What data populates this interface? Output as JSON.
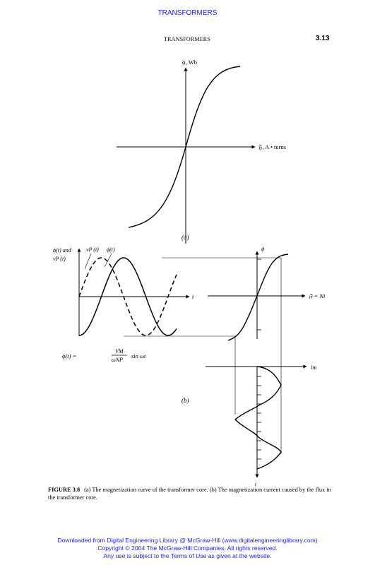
{
  "header": {
    "banner": "TRANSFORMERS",
    "running_head": "TRANSFORMERS",
    "page_number": "3.13"
  },
  "figure": {
    "panel_a": {
      "y_axis_label": "ϕ, Wb",
      "x_axis_label": "𝔉, A • turns",
      "panel_label": "(a)"
    },
    "panel_b": {
      "label_phi_and": "ϕ(t) and",
      "label_vp_left": "vP (t)",
      "label_vp_top": "vP (t)",
      "label_phi_top": "ϕ(t)",
      "t_axis_label": "t",
      "phi_axis_label": "ϕ",
      "f_axis_label": "𝔉 = Ni",
      "im_axis_label": "im",
      "time_axis_label": "t",
      "formula_lhs": "ϕ(t) =",
      "formula_numerator": "VM",
      "formula_denominator": "ωNP",
      "formula_rhs": "sin ωt",
      "panel_label": "(b)"
    }
  },
  "caption": {
    "lead": "FIGURE 3.8",
    "text": "(a) The magnetization curve of the transformer core. (b) The magnetization current caused by the flux in the transformer core."
  },
  "footer": {
    "line1": "Downloaded from Digital Engineering Library @ McGraw-Hill (www.digitalengineeringlibrary.com)",
    "line2": "Copyright © 2004 The McGraw-Hill Companies. All rights reserved.",
    "line3": "Any use is subject to the Terms of Use as given at the website."
  }
}
